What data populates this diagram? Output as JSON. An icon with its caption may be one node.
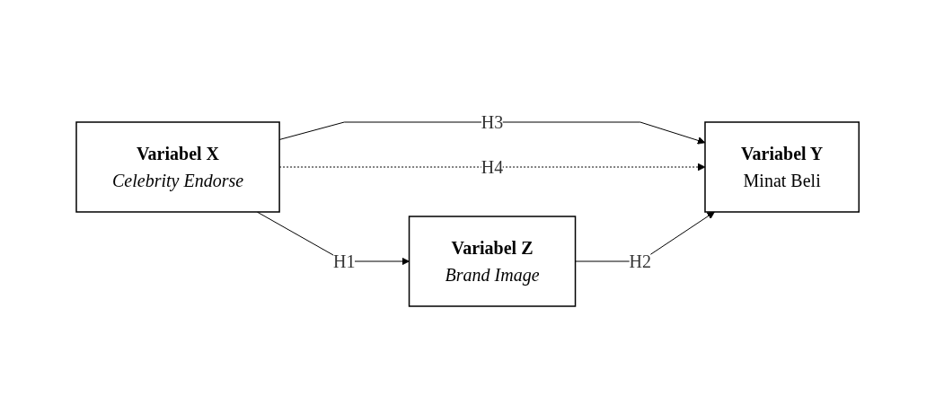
{
  "diagram": {
    "nodes": [
      {
        "text": [
          "Variabel X",
          "Celebrity Endorse"
        ]
      },
      {
        "text": [
          "Variabel Y",
          "Minat Beli"
        ]
      },
      {
        "text": [
          "Variabel Z",
          "Brand Image"
        ]
      }
    ],
    "edges": [
      {
        "from": 0,
        "to": 1,
        "arrow": "to",
        "label": "H3"
      },
      {
        "from": 0,
        "to": 1,
        "arrow": "to",
        "label": "H4",
        "style": "dashed"
      },
      {
        "from": 0,
        "to": 2,
        "arrow": "to",
        "label": "H1"
      },
      {
        "from": 2,
        "to": 1,
        "arrow": "to",
        "label": "H2"
      }
    ]
  }
}
